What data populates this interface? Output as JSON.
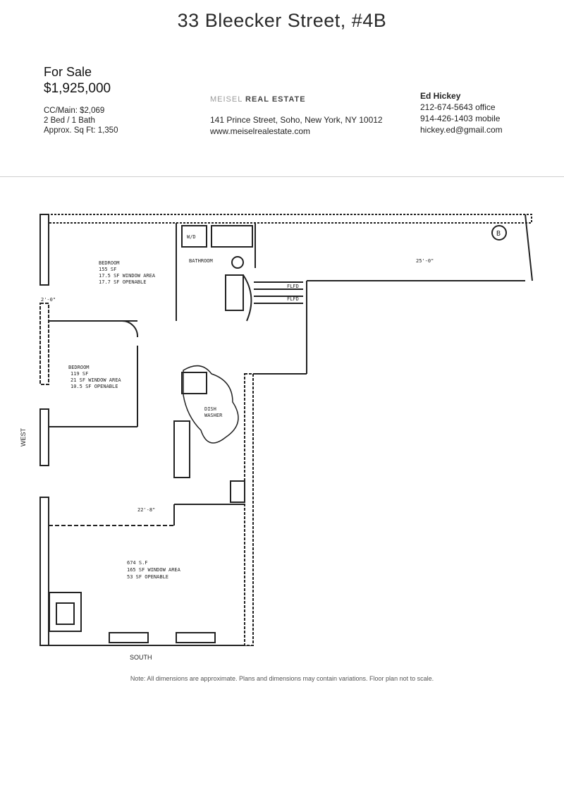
{
  "listing": {
    "title": "33 Bleecker Street,  #4B",
    "status": "For Sale",
    "price": "$1,925,000",
    "cc_main": "CC/Main: $2,069",
    "bed_bath": "2 Bed / 1 Bath",
    "sqft": "Approx. Sq Ft: 1,350"
  },
  "brokerage": {
    "name_light": "MEISEL",
    "name_bold": "REAL ESTATE",
    "address": "141 Prince Street, Soho, New York, NY 10012",
    "website": "www.meiselrealestate.com"
  },
  "agent": {
    "name": "Ed Hickey",
    "office_phone": "212-674-5643 office",
    "mobile_phone": "914-426-1403 mobile",
    "email": "hickey.ed@gmail.com"
  },
  "floorplan": {
    "compass_west": "WEST",
    "compass_south": "SOUTH",
    "labels": {
      "bedroom1": [
        "BEDROOM",
        "155 SF",
        "17.5 SF WINDOW AREA",
        "17.7 SF OPENABLE"
      ],
      "bedroom2": [
        "BEDROOM",
        "119 SF",
        "21 SF WINDOW AREA",
        "10.5 SF OPENABLE"
      ],
      "living": [
        "674 S.F",
        "165 SF WINDOW AREA",
        "53 SF OPENABLE"
      ],
      "washer_dryer": "W/D",
      "bath": "BATHROOM",
      "dishwasher": [
        "DISH",
        "WASHER"
      ],
      "dim_living": "22'-8\"",
      "dim_hall": "25'-0\"",
      "dim_side": "2'-0\"",
      "flfd1": "FLFD",
      "flfd2": "FLFD",
      "unit_badge": "B"
    }
  },
  "note": "Note: All dimensions are approximate. Plans and dimensions may contain variations. Floor plan not to scale."
}
